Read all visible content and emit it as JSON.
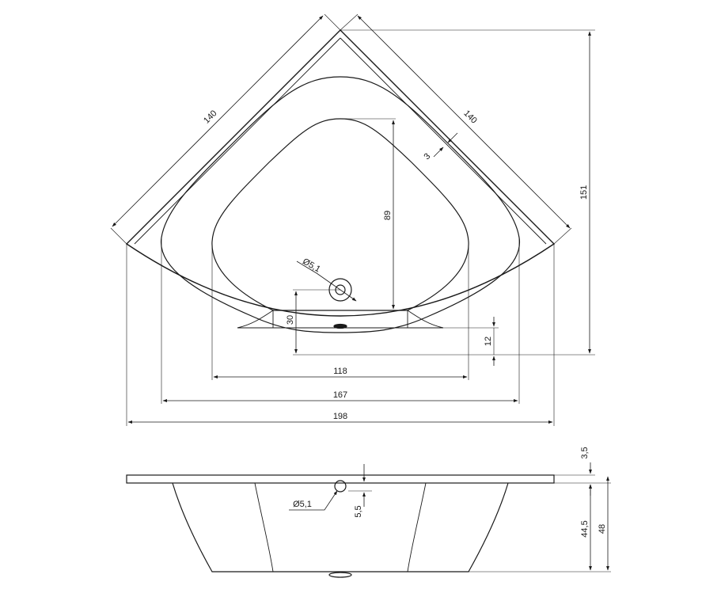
{
  "plan_view": {
    "dims": {
      "side_left": "140",
      "side_right": "140",
      "rim": "3",
      "basin_depth": "89",
      "drain_diameter": "Ø5,1",
      "drain_offset": "30",
      "front_offset": "12",
      "depth_total": "151",
      "width_basin": "118",
      "width_inner": "167",
      "width_total": "198"
    }
  },
  "side_view": {
    "dims": {
      "rim_thickness": "3,5",
      "overflow_diameter": "Ø5,1",
      "overflow_offset": "5,5",
      "basin_height": "44,5",
      "total_height": "48"
    }
  },
  "colors": {
    "line": "#1a1a1a",
    "background": "#ffffff"
  }
}
